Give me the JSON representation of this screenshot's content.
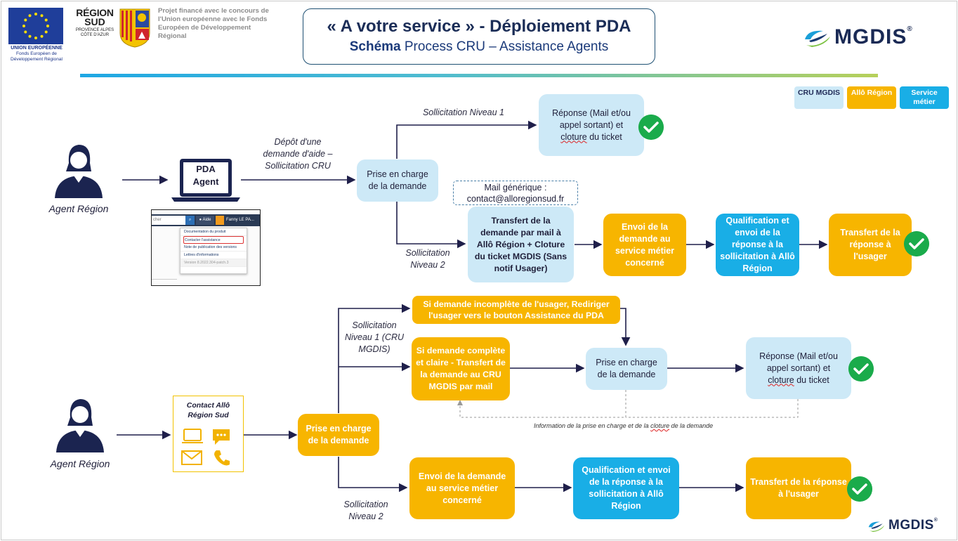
{
  "header": {
    "eu_caption_1": "UNION EUROPÉENNE",
    "eu_caption_2": "Fonds Européen de Développement Régional",
    "region_line1": "RÉGION",
    "region_line2": "SUD",
    "region_line3": "PROVENCE ALPES CÔTE D'AZUR",
    "funding_note": "Projet financé avec le concours de l'Union européenne avec le Fonds Européen de Développement Régional",
    "title": "« A votre service » - Déploiement PDA",
    "subtitle_bold": "Schéma",
    "subtitle_rest": " Process CRU – Assistance Agents",
    "brand": "MGDIS",
    "brand_mark": "®"
  },
  "legend": {
    "cru": "CRU MGDIS",
    "allo": "Allô Région",
    "service": "Service métier"
  },
  "colors": {
    "cru": "#cde9f7",
    "allo": "#f7b500",
    "service": "#19aee6",
    "check": "#1aab4b",
    "arrow": "#1f1f4a"
  },
  "icons": [
    "person-icon",
    "laptop-icon",
    "check-icon",
    "envelope-icon",
    "chat-icon",
    "phone-icon",
    "monitor-icon"
  ],
  "flow1": {
    "agent_label": "Agent Région",
    "pda_label_1": "PDA",
    "pda_label_2": "Agent",
    "deposit_label": "Dépôt d'une demande d'aide – Sollicitation CRU",
    "prise_en_charge": "Prise en charge de la demande",
    "level1_label": "Sollicitation Niveau 1",
    "response_1": "Réponse (Mail et/ou appel sortant) et",
    "response_2": "cloture",
    "response_3": " du ticket",
    "level2_label": "Sollicitation Niveau 2",
    "mail_generic_1": "Mail générique :",
    "mail_generic_2": "contact@alloregionsud.fr",
    "transfer": "Transfert de la demande par mail à Allô Région + Cloture du ticket MGDIS (Sans notif Usager)",
    "send_service": "Envoi de la demande au service métier concerné",
    "qualification": "Qualification et envoi de la réponse à la sollicitation à Allô Région",
    "transfer_user": "Transfert de la réponse à l'usager",
    "screenshot": {
      "search": "cher",
      "help": "Aide",
      "user": "Fanny LE PA...",
      "item1": "Documentation du produit",
      "item2": "Contacter l'assistance",
      "item3": "Note de publication des versions",
      "item4": "Lettres d'informations",
      "version": "Version 8.2022.304-patch.3"
    }
  },
  "flow2": {
    "agent_label": "Agent Région",
    "contact_title": "Contact Allô Région Sud",
    "prise_en_charge": "Prise en charge de la demande",
    "level1_label": "Sollicitation Niveau 1 (CRU MGDIS)",
    "incomplete": "Si demande incomplète de l'usager, Rediriger l'usager vers le bouton Assistance du PDA",
    "complete": "Si demande complète et claire - Transfert de la demande au CRU MGDIS par mail",
    "prise_cru": "Prise en charge de la demande",
    "response_1": "Réponse (Mail et/ou appel sortant) et",
    "response_2": "cloture",
    "response_3": " du ticket",
    "info_note_1": "Information de la prise en charge et de la ",
    "info_note_2": "cloture",
    "info_note_3": " de la demande",
    "level2_label": "Sollicitation Niveau 2",
    "send_service": "Envoi de la demande au service métier concerné",
    "qualification": "Qualification et envoi de la réponse à la sollicitation à Allô Région",
    "transfer_user": "Transfert de la réponse à l'usager"
  }
}
